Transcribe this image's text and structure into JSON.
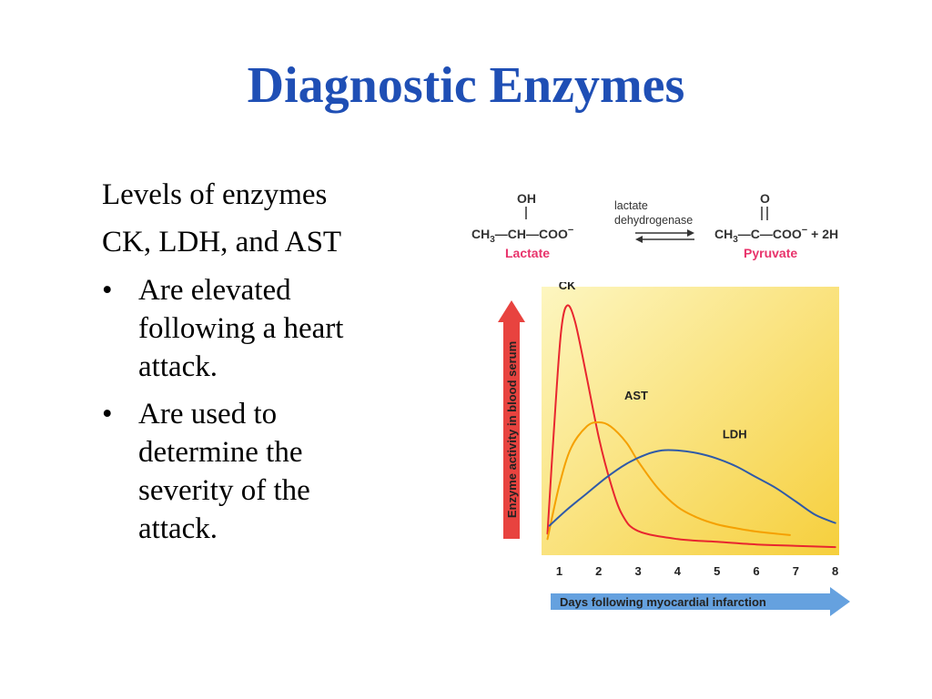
{
  "slide": {
    "title": "Diagnostic Enzymes",
    "intro_lines": [
      "Levels of enzymes",
      "CK, LDH, and AST"
    ],
    "bullets": [
      [
        "Are elevated",
        "following a heart",
        "attack."
      ],
      [
        "Are used to",
        "determine the",
        "severity of the",
        "attack."
      ]
    ],
    "bullet_symbol": "•"
  },
  "reaction": {
    "lactate_top": "OH",
    "lactate_formula": [
      "CH",
      "3",
      "—CH—COO",
      "−"
    ],
    "lactate_name": "Lactate",
    "enzyme_line1": "lactate",
    "enzyme_line2": "dehydrogenase",
    "pyruvate_top": "O",
    "pyruvate_formula": [
      "CH",
      "3",
      "—C—COO",
      "−",
      " + 2H"
    ],
    "pyruvate_name": "Pyruvate",
    "name_color": "#e8336b"
  },
  "chart_data": {
    "type": "line",
    "title": "",
    "xlabel": "Days following myocardial infarction",
    "ylabel": "Enzyme activity in blood serum",
    "xlim": [
      0.55,
      8.1
    ],
    "ylim": [
      0,
      100
    ],
    "xticks": [
      "1",
      "2",
      "3",
      "4",
      "5",
      "6",
      "7",
      "8"
    ],
    "series": [
      {
        "name": "CK",
        "color": "#e8262f",
        "points": [
          [
            0.7,
            8
          ],
          [
            0.9,
            55
          ],
          [
            1.05,
            84
          ],
          [
            1.2,
            93
          ],
          [
            1.4,
            87
          ],
          [
            1.7,
            66
          ],
          [
            2.0,
            44
          ],
          [
            2.3,
            27
          ],
          [
            2.6,
            15
          ],
          [
            3.0,
            9
          ],
          [
            4.0,
            6
          ],
          [
            5.0,
            5
          ],
          [
            6.0,
            4
          ],
          [
            7.0,
            3.5
          ],
          [
            8.0,
            3
          ]
        ]
      },
      {
        "name": "AST",
        "color": "#f5a000",
        "points": [
          [
            0.7,
            6
          ],
          [
            1.0,
            26
          ],
          [
            1.3,
            40
          ],
          [
            1.7,
            48
          ],
          [
            2.0,
            49.5
          ],
          [
            2.3,
            48
          ],
          [
            2.7,
            42
          ],
          [
            3.0,
            35
          ],
          [
            3.5,
            25
          ],
          [
            4.0,
            18
          ],
          [
            4.5,
            14
          ],
          [
            5.0,
            11.5
          ],
          [
            5.5,
            10
          ],
          [
            6.0,
            8.8
          ],
          [
            6.5,
            8
          ],
          [
            6.85,
            7.5
          ]
        ]
      },
      {
        "name": "LDH",
        "color": "#2f5aa8",
        "points": [
          [
            0.75,
            11
          ],
          [
            1.2,
            17
          ],
          [
            1.7,
            23
          ],
          [
            2.2,
            29
          ],
          [
            2.7,
            34
          ],
          [
            3.2,
            37.5
          ],
          [
            3.6,
            39
          ],
          [
            4.0,
            39
          ],
          [
            4.5,
            38
          ],
          [
            5.0,
            36
          ],
          [
            5.5,
            33
          ],
          [
            6.0,
            29
          ],
          [
            6.5,
            25
          ],
          [
            7.0,
            20
          ],
          [
            7.5,
            15
          ],
          [
            8.0,
            12
          ]
        ]
      }
    ],
    "series_labels": [
      {
        "name": "CK",
        "x": 1.2,
        "y": 99
      },
      {
        "name": "AST",
        "x": 2.95,
        "y": 58
      },
      {
        "name": "LDH",
        "x": 5.45,
        "y": 43.5
      }
    ],
    "background_gradient": [
      "#fdf6c0",
      "#f6cf3c"
    ],
    "arrow_color": "#e8433f",
    "x_arrow_color": "#4a90d9",
    "grid": false
  }
}
